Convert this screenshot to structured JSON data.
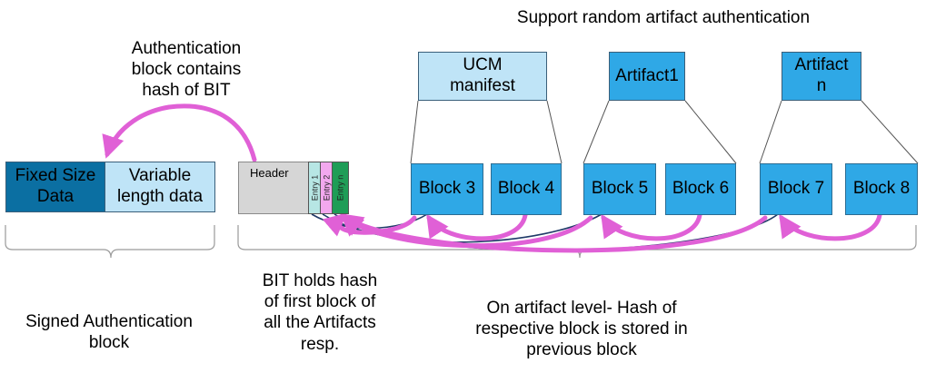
{
  "colors": {
    "fixed_size": "#0b6fa2",
    "variable_length": "#bfe4f7",
    "artifact_blue": "#2fa8e6",
    "ucm_light": "#bfe4f7",
    "header_gray": "#d6d6d6",
    "entry1": "#b7e6e4",
    "entry2": "#f2a8ee",
    "entryn": "#1f9d57",
    "arrow_pink": "#e060d6",
    "line_navy": "#1f3a68"
  },
  "title": "Support random artifact authentication",
  "auth_note": "Authentication\nblock contains\nhash of BIT",
  "auth_block": {
    "fixed": "Fixed Size\nData",
    "variable": "Variable\nlength data"
  },
  "bit": {
    "header": "Header",
    "entries": [
      "Entry 1",
      "Entry 2",
      "Entry n"
    ]
  },
  "artifacts": [
    {
      "label": "UCM\nmanifest",
      "blocks": [
        "Block 3",
        "Block 4"
      ]
    },
    {
      "label": "Artifact1",
      "blocks": [
        "Block 5",
        "Block 6"
      ]
    },
    {
      "label": "Artifact\nn",
      "blocks": [
        "Block 7",
        "Block 8"
      ]
    }
  ],
  "captions": {
    "signed": "Signed Authentication\nblock",
    "bit_holds": "BIT holds hash\nof first block of\nall the Artifacts\nresp.",
    "artifact_level": "On artifact level- Hash of\nrespective block is stored in\nprevious block"
  }
}
